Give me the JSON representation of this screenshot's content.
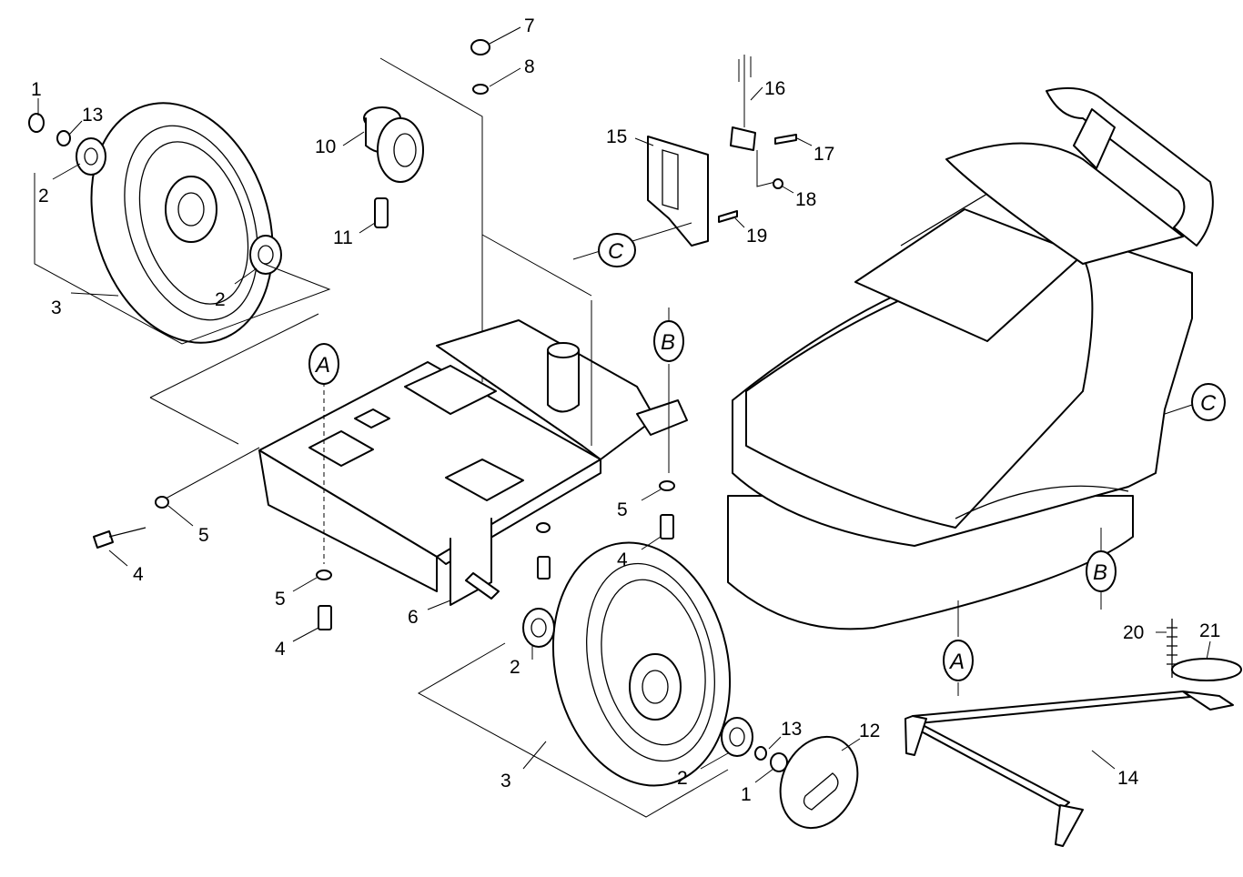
{
  "diagram": {
    "callouts": [
      "1",
      "13",
      "2",
      "3",
      "2",
      "10",
      "11",
      "7",
      "8",
      "15",
      "16",
      "17",
      "18",
      "19",
      "5",
      "4",
      "5",
      "4",
      "6",
      "5",
      "4",
      "2",
      "3",
      "2",
      "1",
      "13",
      "12",
      "20",
      "21",
      "14"
    ],
    "references": [
      "A",
      "B",
      "C",
      "A",
      "B",
      "C"
    ]
  }
}
